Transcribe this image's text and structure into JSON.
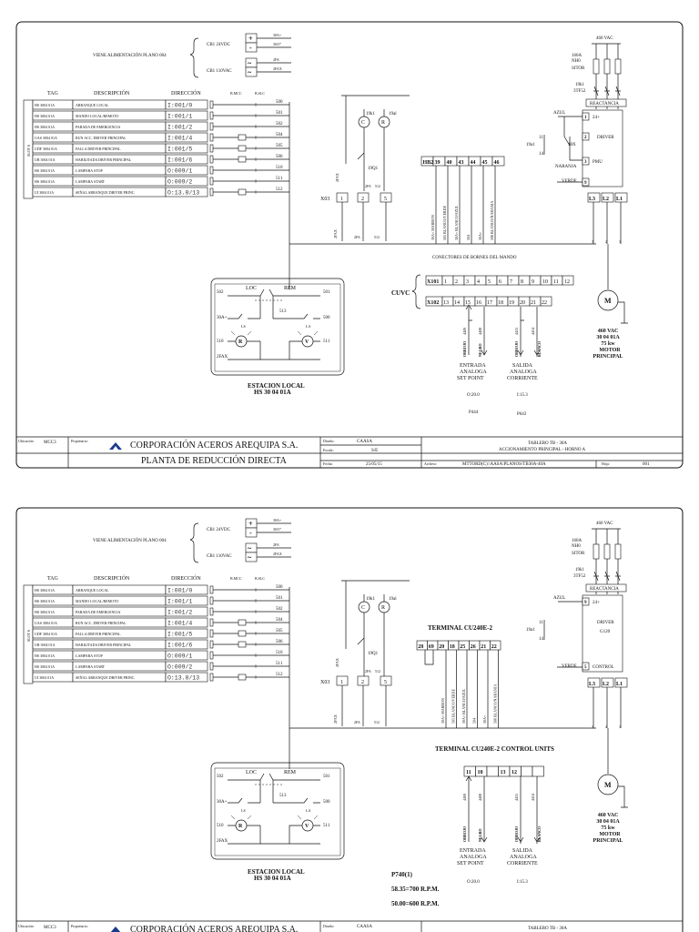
{
  "sheet1": {
    "supply_text": "VIENE ALIMENTACIÓN PLANO 004",
    "supply_rows": [
      {
        "label": "CB1  24VDC",
        "sym": "+",
        "wire": "30A+"
      },
      {
        "label": "",
        "sym": "-",
        "wire": "30A*"
      },
      {
        "label": "CB1  110VAC",
        "sym": "~",
        "wire": "2FA"
      },
      {
        "label": "",
        "sym": "~",
        "wire": "2FAX"
      }
    ],
    "table_headers": {
      "tag": "TAG",
      "desc": "DESCRIPCIÓN",
      "dir": "DIRECCIÓN",
      "bmcc": "B.MCC",
      "bslc": "B.SLC"
    },
    "slot_label": "SLOT 6",
    "io_rows": [
      {
        "tag": "HS 3004 01A",
        "desc": "ARRANQUE  LOCAL",
        "dir": "I:001/0",
        "wire": "500"
      },
      {
        "tag": "HS 3004 01A",
        "desc": "MANDO LOCAL/REMOTO",
        "dir": "I:001/1",
        "wire": "501"
      },
      {
        "tag": "HS 3004 01A",
        "desc": "PARADA DE EMERGENCIA",
        "dir": "I:001/2",
        "wire": "502"
      },
      {
        "tag": "UAS 3004 01A",
        "desc": "RUN ACC. DRIVER  PRINCIPAL",
        "dir": "I:001/4",
        "wire": "504"
      },
      {
        "tag": "UDF 3004 01A",
        "desc": "FALLA DRIVER PRINCIPAL",
        "dir": "I:001/5",
        "wire": "505"
      },
      {
        "tag": "UR 3004 01A",
        "desc": "HABILITADA DRIVER PRINCIPAL",
        "dir": "I:001/6",
        "wire": "506"
      },
      {
        "tag": "HS 3004 01A",
        "desc": "LAMPARA STOP",
        "dir": "O:009/1",
        "wire": "510"
      },
      {
        "tag": "HS 3004 01A",
        "desc": "LAMPARA START",
        "dir": "O:009/2",
        "wire": "511"
      },
      {
        "tag": "UI 3004 01A",
        "desc": "SEÑAL ARRANQUE DRIVER PRINC.",
        "dir": "O:13.8/13",
        "wire": "512"
      }
    ],
    "relay": {
      "coil1": "19k1",
      "coil2": "19al",
      "c_letter": "C",
      "r_letter": "R",
      "contact": "19Q1",
      "w1": "2FAX",
      "w2": "2FA",
      "w3": "512"
    },
    "x03": {
      "label": "X03",
      "cells": [
        "1",
        "2",
        "5"
      ],
      "w1": "2FAX",
      "w2": "2FA",
      "w3": "512"
    },
    "drive_strip": {
      "cells": [
        "HB2",
        "39",
        "40",
        "43",
        "44",
        "45",
        "46"
      ],
      "wires": [
        "30A+ MARRON",
        "505  BLANCO/VERDE",
        "30A+  BLANCO/AZUL",
        "504",
        "30A+",
        "506  BLANCO/NARANJA"
      ]
    },
    "connectors_title": "CONECTORES  DE BORNES DEL MANDO",
    "cuvc": {
      "label": "CUVC",
      "row1_label": "X101",
      "row1": [
        "1",
        "2",
        "3",
        "4",
        "5",
        "6",
        "7",
        "8",
        "9",
        "10",
        "11",
        "12"
      ],
      "row2_label": "X102",
      "row2": [
        "13",
        "14",
        "15",
        "16",
        "17",
        "18",
        "19",
        "20",
        "21",
        "22"
      ]
    },
    "analog": {
      "w1": "4409",
      "w2": "4408",
      "w3": "4415",
      "w4": "4414",
      "c1": "ORROJO",
      "c2": "NEGRO",
      "c3": "ORROJO",
      "c4": "BLANCO",
      "in_lines": [
        "ENTRADA",
        "ANALOGA",
        "SET POINT"
      ],
      "out_lines": [
        "SALIDA",
        "ANALOGA",
        "CORRIENTE"
      ],
      "in_addr": "O:20.0",
      "out_addr": "I:15.3",
      "in_param": "P444",
      "out_param": "P643"
    },
    "station": {
      "t502": "502",
      "loc": "LOC",
      "rem": "REM",
      "t501": "501",
      "t30a": "30A+",
      "t513": "513",
      "t500": "500",
      "t510": "510",
      "t511": "511",
      "r": "R",
      "v": "V",
      "ls": "LS",
      "la": "LA",
      "fax": "2FAX",
      "title1": "ESTACION LOCAL",
      "title2": "HS 30 04 01A"
    },
    "power": {
      "vac": "460 VAC",
      "breaker": [
        "160A",
        "NH0",
        "SITOR"
      ],
      "contact": [
        "19k1",
        "3TF52"
      ],
      "reactor": "REACTANCIA",
      "azul": "AZUL",
      "relay1": "11",
      "relay2": "19a1",
      "relay3": "14",
      "relay18": "18X",
      "naranja": "NARANJA",
      "verde": "VERDE",
      "t_top": "24+",
      "driver": "DRIVER",
      "pmu": "PMU",
      "n1": "1",
      "n2": "2",
      "n3": "3",
      "n9": "9",
      "l_cells": [
        "L3",
        "L2",
        "L1"
      ],
      "phases": [
        "3",
        "2",
        "1"
      ],
      "m": "M",
      "motor": [
        "460 VAC",
        "30 04 01A",
        "75 kw",
        "MOTOR",
        "PRINCIPAL"
      ]
    },
    "title_block": {
      "ubic_l": "Ubicación:",
      "ubic": "MCC3",
      "prop": "Propietario:",
      "company": "CORPORACIÓN ACEROS AREQUIPA S.A.",
      "plant": "PLANTA DE REDUCCIÓN DIRECTA",
      "diseno_l": "Diseño:",
      "diseno": "CAASA",
      "escala_l": "Escala:",
      "escala": "S/E",
      "fecha_l": "Fecha:",
      "fecha": "25/05/15",
      "t1": "TABLERO TB - 30A",
      "t2": "ACCIONAMIENTO PRINCIPAL -  HORNO A",
      "arch_l": "Archivo:",
      "arch": "MTTORD(C):\\AASA\\PLANOS\\TB30A-40A",
      "hoja_l": "Hoja:",
      "hoja": "001"
    }
  },
  "sheet2": {
    "supply_text": "VIENE ALIMENTACIÓN PLANO 004",
    "supply_rows": [
      {
        "label": "CB1  24VDC",
        "sym": "+",
        "wire": "30A+"
      },
      {
        "label": "",
        "sym": "-",
        "wire": "30A*"
      },
      {
        "label": "CB1  110VAC",
        "sym": "~",
        "wire": "2FA"
      },
      {
        "label": "",
        "sym": "~",
        "wire": "2FAX"
      }
    ],
    "table_headers": {
      "tag": "TAG",
      "desc": "DESCRIPCIÓN",
      "dir": "DIRECCIÓN",
      "bmcc": "B.MCC",
      "bslc": "B.SLC"
    },
    "slot_label": "SLOT 6",
    "io_rows": [
      {
        "tag": "HS 3004 01A",
        "desc": "ARRANQUE  LOCAL",
        "dir": "I:001/0",
        "wire": "500"
      },
      {
        "tag": "HS 3004 01A",
        "desc": "MANDO LOCAL/REMOTO",
        "dir": "I:001/1",
        "wire": "501"
      },
      {
        "tag": "HS 3004 01A",
        "desc": "PARADA DE EMERGENCIA",
        "dir": "I:001/2",
        "wire": "502"
      },
      {
        "tag": "UAS 3004 01A",
        "desc": "RUN ACC. DRIVER  PRINCIPAL",
        "dir": "I:001/4",
        "wire": "504"
      },
      {
        "tag": "UDF 3004 01A",
        "desc": "FALLA DRIVER PRINCIPAL",
        "dir": "I:001/5",
        "wire": "505"
      },
      {
        "tag": "UR 3004 01A",
        "desc": "HABILITADA DRIVER PRINCIPAL",
        "dir": "I:001/6",
        "wire": "506"
      },
      {
        "tag": "HS 3004 01A",
        "desc": "LAMPARA STOP",
        "dir": "O:009/1",
        "wire": "510"
      },
      {
        "tag": "HS 3004 01A",
        "desc": "LAMPARA START",
        "dir": "O:009/2",
        "wire": "511"
      },
      {
        "tag": "UI 3004 01A",
        "desc": "SEÑAL ARRANQUE DRIVER PRINC.",
        "dir": "O:13.8/13",
        "wire": "512"
      }
    ],
    "relay": {
      "coil1": "19k1",
      "coil2": "19al",
      "c_letter": "C",
      "r_letter": "R",
      "contact": "19Q1",
      "w1": "2FAX",
      "w2": "2FA",
      "w3": "512"
    },
    "x03": {
      "label": "X03",
      "cells": [
        "1",
        "2",
        "5"
      ],
      "w1": "2FAX",
      "w2": "2FA",
      "w3": "512"
    },
    "terminal_title": "TERMINAL CU240E-2",
    "drive_strip": {
      "cells": [
        "28",
        "69",
        "20",
        "18",
        "25",
        "26",
        "21",
        "22"
      ],
      "wires": [
        "30A+ MARRON",
        "505  BLANCO/VERDE",
        "30A+  BLANCO/AZUL",
        "504",
        "30A+",
        "506  BLANCO/NARANJA"
      ]
    },
    "cu_title": "TERMINAL CU240E-2 CONTROL UNITS",
    "cu_cells": [
      "11",
      "10",
      "",
      "13",
      "12",
      "",
      ""
    ],
    "analog": {
      "w1": "4409",
      "w2": "4408",
      "w3": "4415",
      "w4": "4414",
      "c1": "ORROJO",
      "c2": "NEGRO",
      "c3": "ORROJO",
      "c4": "BLANCO",
      "in_lines": [
        "ENTRADA",
        "ANALOGA",
        "SET POINT"
      ],
      "out_lines": [
        "SALIDA",
        "ANALOGA",
        "CORRIENTE"
      ],
      "in_addr": "O:20.0",
      "out_addr": "I:15.3"
    },
    "station": {
      "t502": "502",
      "loc": "LOC",
      "rem": "REM",
      "t501": "501",
      "t30a": "30A+",
      "t513": "513",
      "t500": "500",
      "t510": "510",
      "t511": "511",
      "r": "R",
      "v": "V",
      "ls": "LS",
      "la": "LA",
      "fax": "2FAX",
      "title1": "ESTACION LOCAL",
      "title2": "HS 30 04 01A"
    },
    "speed_notes": [
      "P740(1)",
      "58.35=700 R.P.M.",
      "50.00=600 R.P.M."
    ],
    "power": {
      "vac": "460 VAC",
      "breaker": [
        "160A",
        "NH0",
        "SITOR"
      ],
      "contact": [
        "19k1",
        "3TF52"
      ],
      "reactor": "REACTANCIA",
      "azul": "AZUL",
      "relay1": "11",
      "relay2": "19a1",
      "relay3": "14",
      "verde": "VERDE",
      "t_top": "24+",
      "driver": "DRIVER",
      "g120": "G120",
      "control": "CONTROL",
      "n9": "9",
      "n5": "5",
      "l_cells": [
        "L3",
        "L2",
        "L1"
      ],
      "phases": [
        "3",
        "2",
        "1"
      ],
      "m": "M",
      "motor": [
        "460 VAC",
        "30 04 01A",
        "75 kw",
        "MOTOR",
        "PRINCIPAL"
      ]
    },
    "title_block": {
      "ubic_l": "Ubicación:",
      "ubic": "MCC3",
      "prop": "Propietario:",
      "company": "CORPORACIÓN ACEROS AREQUIPA S.A.",
      "diseno_l": "Diseño:",
      "diseno": "CAASA",
      "t1": "TABLERO TB - 30A"
    }
  }
}
